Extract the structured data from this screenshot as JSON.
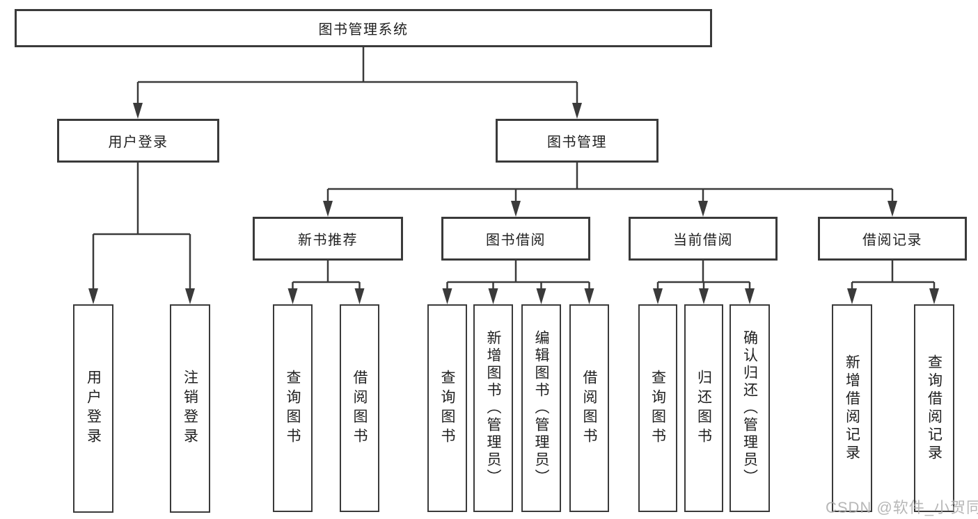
{
  "tree": {
    "root": {
      "label": "图书管理系统",
      "children": [
        {
          "label": "用户登录",
          "children": [
            {
              "label": "用户登录"
            },
            {
              "label": "注销登录"
            }
          ]
        },
        {
          "label": "图书管理",
          "children": [
            {
              "label": "新书推荐",
              "children": [
                {
                  "label": "查询图书"
                },
                {
                  "label": "借阅图书"
                }
              ]
            },
            {
              "label": "图书借阅",
              "children": [
                {
                  "label": "查询图书"
                },
                {
                  "label": "新增图书（管理员）"
                },
                {
                  "label": "编辑图书（管理员）"
                },
                {
                  "label": "借阅图书"
                }
              ]
            },
            {
              "label": "当前借阅",
              "children": [
                {
                  "label": "查询图书"
                },
                {
                  "label": "归还图书"
                },
                {
                  "label": "确认归还（管理员）"
                }
              ]
            },
            {
              "label": "借阅记录",
              "children": [
                {
                  "label": "新增借阅记录"
                },
                {
                  "label": "查询借阅记录"
                }
              ]
            }
          ]
        }
      ]
    },
    "colors": {
      "line": "#3a3a3a",
      "box_border": "#3a3a3a",
      "text": "#1f1f1f",
      "background": "#ffffff",
      "watermark_text": "#aaaaaa"
    }
  },
  "watermark": {
    "text": "CSDN @软件_小贺同学"
  }
}
